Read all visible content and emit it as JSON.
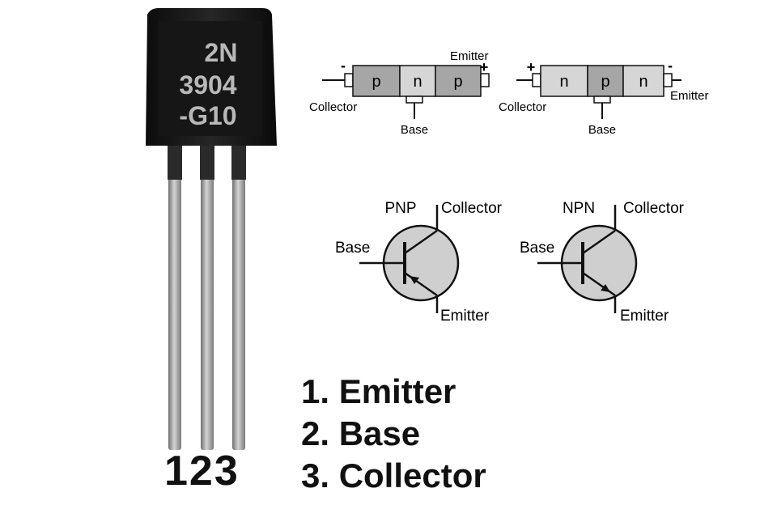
{
  "transistor": {
    "marking_line1": "2N",
    "marking_line2": "3904",
    "marking_line3": "-G10",
    "pin_numbers": "123"
  },
  "layer_diagrams": {
    "pnp": {
      "layers": [
        "p",
        "n",
        "p"
      ],
      "left_sign": "-",
      "right_sign": "+",
      "collector_label": "Collector",
      "emitter_label": "Emitter",
      "base_label": "Base"
    },
    "npn": {
      "layers": [
        "n",
        "p",
        "n"
      ],
      "left_sign": "+",
      "right_sign": "-",
      "collector_label": "Collector",
      "emitter_label": "Emitter",
      "base_label": "Base"
    }
  },
  "symbols": {
    "pnp": {
      "type_label": "PNP",
      "collector_label": "Collector",
      "base_label": "Base",
      "emitter_label": "Emitter"
    },
    "npn": {
      "type_label": "NPN",
      "collector_label": "Collector",
      "base_label": "Base",
      "emitter_label": "Emitter"
    }
  },
  "pin_list": [
    "1. Emitter",
    "2. Base",
    "3. Collector"
  ],
  "colors": {
    "body_black": "#141414",
    "lead_silver": "#9a9a9a",
    "p_layer": "#a6a6a6",
    "n_layer": "#d6d6d6",
    "symbol_fill": "#cfcfcf"
  }
}
